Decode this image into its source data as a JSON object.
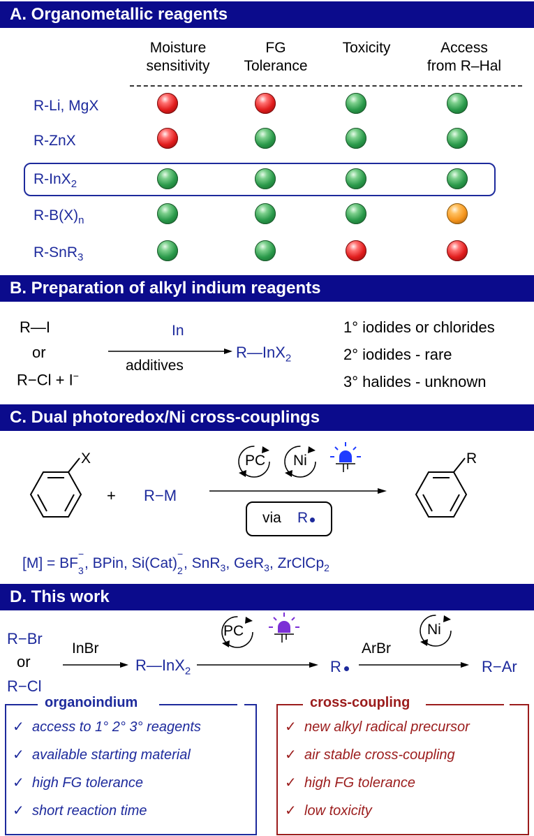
{
  "sectionA": {
    "title": "A. Organometallic reagents",
    "columns": [
      {
        "line1": "Moisture",
        "line2": "sensitivity"
      },
      {
        "line1": "FG",
        "line2": "Tolerance"
      },
      {
        "line1": "Toxicity",
        "line2": ""
      },
      {
        "line1": "Access",
        "line2": "from R–Hal"
      }
    ],
    "rows": [
      {
        "base": "R-Li, MgX",
        "sub": "",
        "subtype": "",
        "tail": "",
        "status": [
          "red",
          "red",
          "green",
          "green"
        ]
      },
      {
        "base": "R-ZnX",
        "sub": "",
        "subtype": "",
        "tail": "",
        "status": [
          "red",
          "green",
          "green",
          "green"
        ]
      },
      {
        "base": "R-InX",
        "sub": "2",
        "subtype": "sub",
        "tail": "",
        "status": [
          "green",
          "green",
          "green",
          "green"
        ],
        "highlighted": true
      },
      {
        "base": "R-B(X)",
        "sub": "n",
        "subtype": "sub",
        "tail": "",
        "status": [
          "green",
          "green",
          "green",
          "orange"
        ]
      },
      {
        "base": "R-SnR",
        "sub": "3",
        "subtype": "sub",
        "tail": "",
        "status": [
          "green",
          "green",
          "red",
          "red"
        ]
      }
    ],
    "colors": {
      "green": "#2b9a4b",
      "red": "#e11d1d",
      "orange": "#f5951d",
      "highlight_border": "#1d2a9c"
    }
  },
  "sectionB": {
    "title": "B. Preparation of alkyl indium reagents",
    "reactant1": "R—I",
    "or": "or",
    "reactant2": "R−Cl + I",
    "reactant2_sup": "−",
    "reagent_above": "In",
    "reagent_below": "additives",
    "product": "R—InX",
    "product_sub": "2",
    "notes": [
      "1° iodides or chlorides",
      "2° iodides - rare",
      "3° halides - unknown"
    ]
  },
  "sectionC": {
    "title": "C. Dual photoredox/Ni cross-couplings",
    "substituent_x": "X",
    "plus": "+",
    "reagent": "R−M",
    "pc": "PC",
    "ni": "Ni",
    "via": "via",
    "via_r": "R",
    "product_substituent": "R",
    "m_prefix": "[M] = BF",
    "m_bf_sub": "3",
    "m_bf_sup": "−",
    "m_mid": ", BPin, Si(Cat)",
    "m_si_sub": "2",
    "m_si_sup": "−",
    "m_sn": ", SnR",
    "m_sn_sub": "3",
    "m_ge": ", GeR",
    "m_ge_sub": "3",
    "m_zr": ", ZrClCp",
    "m_zr_sub": "2",
    "led_color": "#1f3bff"
  },
  "sectionD": {
    "title": "D. This work",
    "start1": "R−Br",
    "or": "or",
    "start2": "R−Cl",
    "reagent1": "InBr",
    "intermediate": "R—InX",
    "intermediate_sub": "2",
    "pc": "PC",
    "radical": "R",
    "reagent2": "ArBr",
    "ni": "Ni",
    "product": "R−Ar",
    "led_color": "#7b2fd6",
    "left_box": {
      "title": "organoindium",
      "color": "#1d2a9c",
      "items": [
        "access to 1° 2° 3°  reagents",
        "available starting material",
        "high FG tolerance",
        "short reaction time"
      ]
    },
    "right_box": {
      "title": "cross-coupling",
      "color": "#9b1c1c",
      "items": [
        "new alkyl radical precursor",
        "air stable cross-coupling",
        "high FG tolerance",
        "low toxicity"
      ]
    },
    "check": "✓"
  }
}
